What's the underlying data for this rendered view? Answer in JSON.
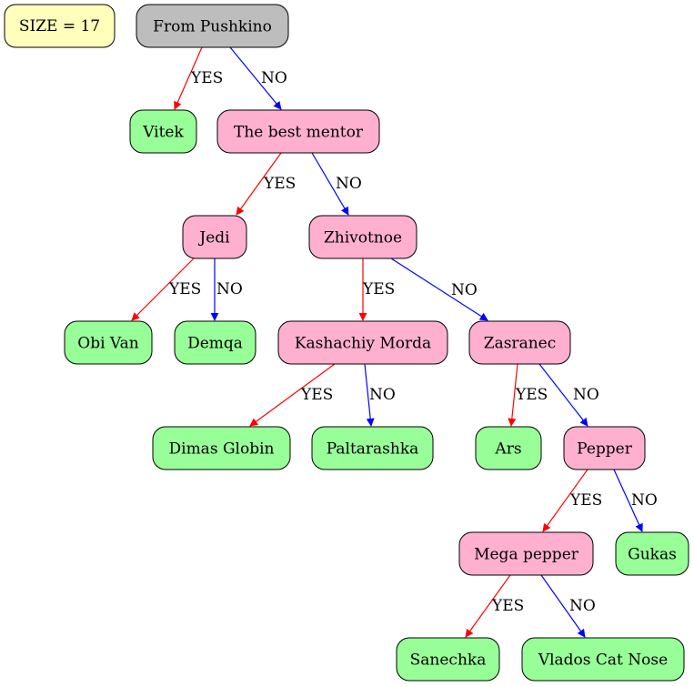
{
  "colors": {
    "question": "#ffb0cf",
    "answer": "#98fe98",
    "root": "#bdbdbd",
    "info": "#ffffbb",
    "yes": "#ff0000",
    "no": "#0000ff"
  },
  "size_label": "SIZE = 17",
  "edge_labels": {
    "yes": "YES",
    "no": "NO"
  },
  "nodes": [
    {
      "id": "root",
      "label": "From Pushkino",
      "kind": "root"
    },
    {
      "id": "vitek",
      "label": "Vitek",
      "kind": "answer"
    },
    {
      "id": "mentor",
      "label": "The best mentor",
      "kind": "question"
    },
    {
      "id": "jedi",
      "label": "Jedi",
      "kind": "question"
    },
    {
      "id": "zhivotnoe",
      "label": "Zhivotnoe",
      "kind": "question"
    },
    {
      "id": "obivan",
      "label": "Obi Van",
      "kind": "answer"
    },
    {
      "id": "demqa",
      "label": "Demqa",
      "kind": "answer"
    },
    {
      "id": "kashachiy",
      "label": "Kashachiy Morda",
      "kind": "question"
    },
    {
      "id": "zasranec",
      "label": "Zasranec",
      "kind": "question"
    },
    {
      "id": "dimas",
      "label": "Dimas Globin",
      "kind": "answer"
    },
    {
      "id": "paltarashka",
      "label": "Paltarashka",
      "kind": "answer"
    },
    {
      "id": "ars",
      "label": "Ars",
      "kind": "answer"
    },
    {
      "id": "pepper",
      "label": "Pepper",
      "kind": "question"
    },
    {
      "id": "megapepper",
      "label": "Mega pepper",
      "kind": "question"
    },
    {
      "id": "gukas",
      "label": "Gukas",
      "kind": "answer"
    },
    {
      "id": "sanechka",
      "label": "Sanechka",
      "kind": "answer"
    },
    {
      "id": "vlados",
      "label": "Vlados Cat Nose",
      "kind": "answer"
    }
  ],
  "edges": [
    {
      "from": "root",
      "to": "vitek",
      "answer": "yes"
    },
    {
      "from": "root",
      "to": "mentor",
      "answer": "no"
    },
    {
      "from": "mentor",
      "to": "jedi",
      "answer": "yes"
    },
    {
      "from": "mentor",
      "to": "zhivotnoe",
      "answer": "no"
    },
    {
      "from": "jedi",
      "to": "obivan",
      "answer": "yes"
    },
    {
      "from": "jedi",
      "to": "demqa",
      "answer": "no"
    },
    {
      "from": "zhivotnoe",
      "to": "kashachiy",
      "answer": "yes"
    },
    {
      "from": "zhivotnoe",
      "to": "zasranec",
      "answer": "no"
    },
    {
      "from": "kashachiy",
      "to": "dimas",
      "answer": "yes"
    },
    {
      "from": "kashachiy",
      "to": "paltarashka",
      "answer": "no"
    },
    {
      "from": "zasranec",
      "to": "ars",
      "answer": "yes"
    },
    {
      "from": "zasranec",
      "to": "pepper",
      "answer": "no"
    },
    {
      "from": "pepper",
      "to": "megapepper",
      "answer": "yes"
    },
    {
      "from": "pepper",
      "to": "gukas",
      "answer": "no"
    },
    {
      "from": "megapepper",
      "to": "sanechka",
      "answer": "yes"
    },
    {
      "from": "megapepper",
      "to": "vlados",
      "answer": "no"
    }
  ]
}
